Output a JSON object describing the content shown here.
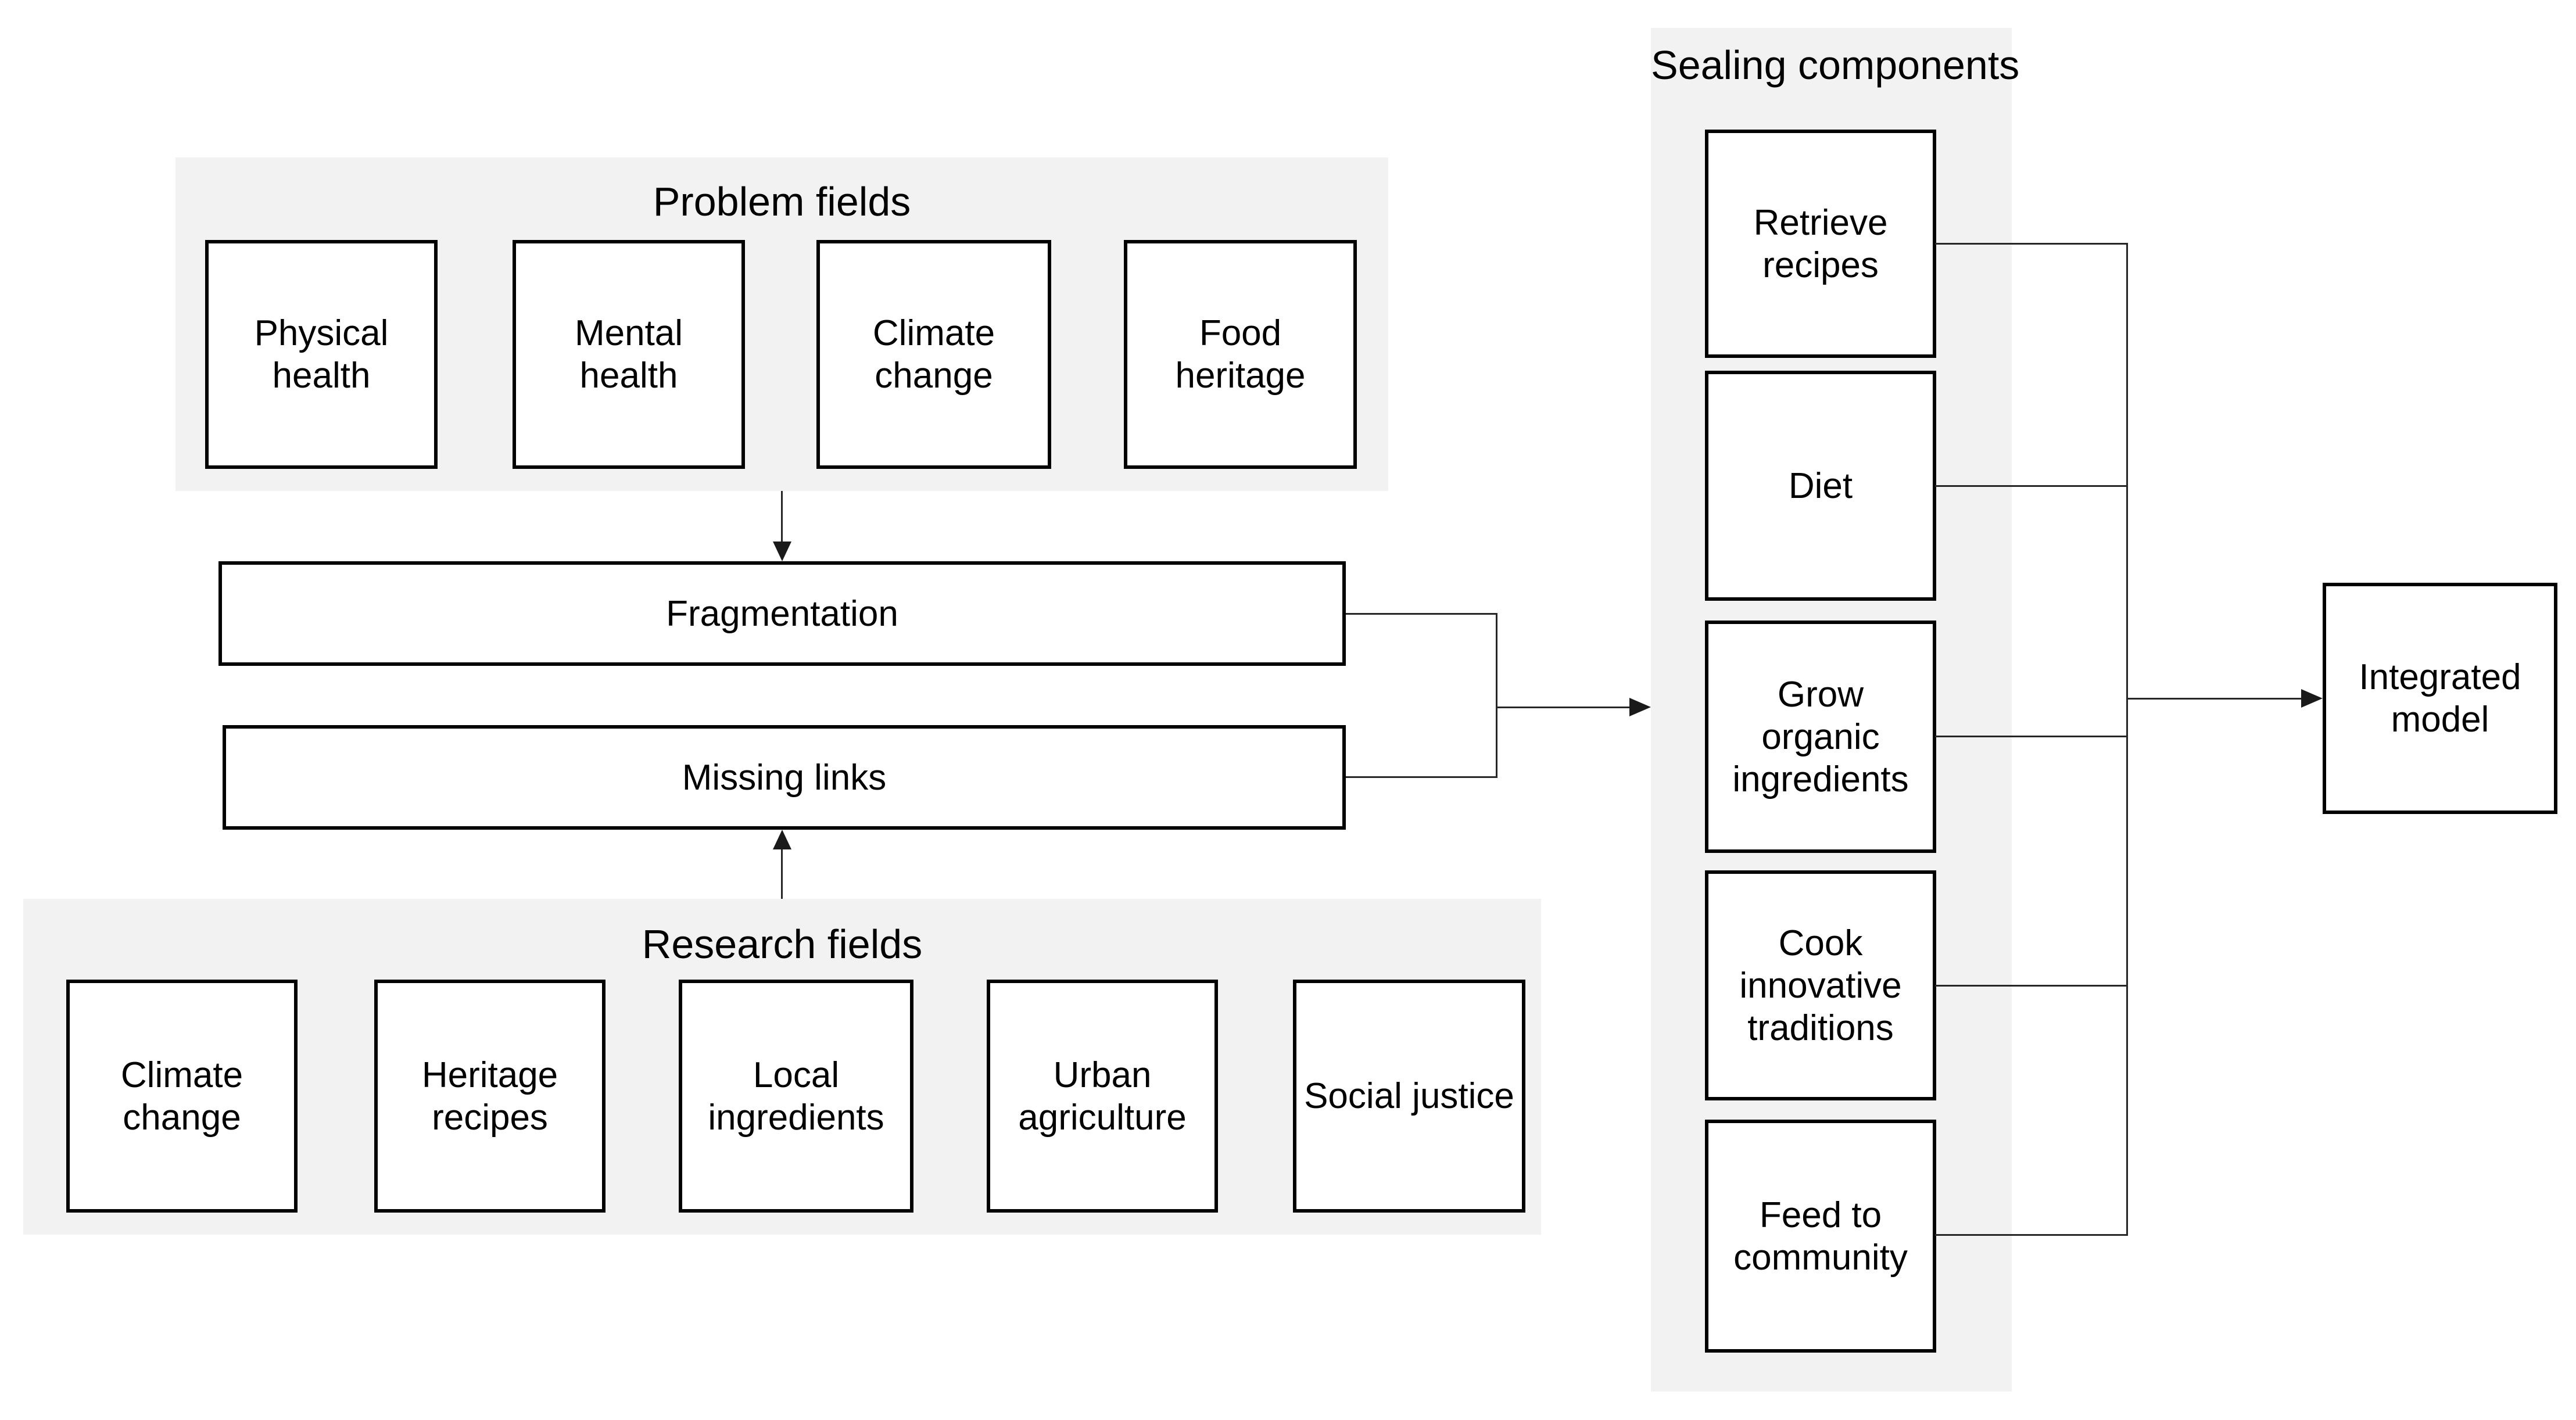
{
  "groups": {
    "problem": {
      "title": "Problem fields",
      "boxes": [
        "Physical health",
        "Mental health",
        "Climate change",
        "Food heritage"
      ]
    },
    "research": {
      "title": "Research fields",
      "boxes": [
        "Climate change",
        "Heritage recipes",
        "Local ingredients",
        "Urban agriculture",
        "Social justice"
      ]
    },
    "sealing": {
      "title": "Sealing components",
      "boxes": [
        "Retrieve recipes",
        "Diet",
        "Grow organic ingredients",
        "Cook innovative traditions",
        "Feed to community"
      ]
    }
  },
  "nodes": {
    "fragmentation": "Fragmentation",
    "missing_links": "Missing links",
    "integrated_model": "Integrated model"
  },
  "colors": {
    "background": "#ffffff",
    "group_bg": "#f2f2f2",
    "box_fill": "#ffffff",
    "box_border": "#000000",
    "line": "#262626",
    "text": "#000000"
  }
}
